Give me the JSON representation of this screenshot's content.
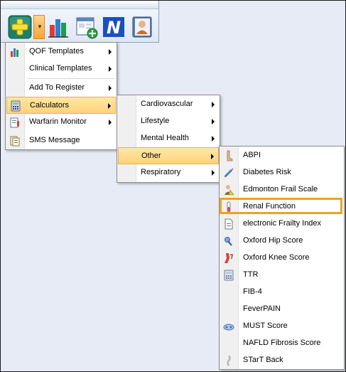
{
  "colors": {
    "background": "#e6ebf5",
    "menu_highlight": "#ffd98a",
    "callout_border": "#f0a21e"
  },
  "toolbar": {
    "buttons": [
      {
        "icon": "add-consultation-icon"
      },
      {
        "icon": "dropdown-arrow-icon"
      },
      {
        "icon": "bar-chart-icon"
      },
      {
        "icon": "add-form-icon"
      },
      {
        "icon": "n-logo-icon"
      },
      {
        "icon": "patient-book-icon"
      }
    ]
  },
  "menu_main": {
    "items": [
      {
        "label": "QOF Templates",
        "icon": "bar-chart-icon",
        "submenu": true
      },
      {
        "label": "Clinical Templates",
        "icon": "",
        "submenu": true
      },
      {
        "label": "Add To Register",
        "icon": "",
        "submenu": true
      },
      {
        "label": "Calculators",
        "icon": "calculator-icon",
        "submenu": true,
        "highlighted": true
      },
      {
        "label": "Warfarin Monitor",
        "icon": "warfarin-icon",
        "submenu": true
      },
      {
        "label": "SMS Message",
        "icon": "sms-icon",
        "submenu": false
      }
    ]
  },
  "menu_calculators": {
    "items": [
      {
        "label": "Cardiovascular",
        "submenu": true
      },
      {
        "label": "Lifestyle",
        "submenu": true
      },
      {
        "label": "Mental Health",
        "submenu": true
      },
      {
        "label": "Other",
        "submenu": true,
        "highlighted": true
      },
      {
        "label": "Respiratory",
        "submenu": true
      }
    ]
  },
  "menu_other": {
    "items": [
      {
        "label": "ABPI",
        "icon": "leg-icon"
      },
      {
        "label": "Diabetes Risk",
        "icon": "syringe-icon"
      },
      {
        "label": "Edmonton Frail Scale",
        "icon": "frail-person-icon"
      },
      {
        "label": "Renal Function",
        "icon": "test-tube-icon",
        "callout": true
      },
      {
        "label": "electronic Frailty Index",
        "icon": "document-icon"
      },
      {
        "label": "Oxford Hip Score",
        "icon": "hip-icon"
      },
      {
        "label": "Oxford Knee Score",
        "icon": "knee-icon"
      },
      {
        "label": "TTR",
        "icon": "calculator-icon"
      },
      {
        "label": "FIB-4",
        "icon": ""
      },
      {
        "label": "FeverPAIN",
        "icon": ""
      },
      {
        "label": "MUST Score",
        "icon": "scale-icon"
      },
      {
        "label": "NAFLD Fibrosis Score",
        "icon": ""
      },
      {
        "label": "STarT Back",
        "icon": "spine-icon"
      }
    ]
  }
}
